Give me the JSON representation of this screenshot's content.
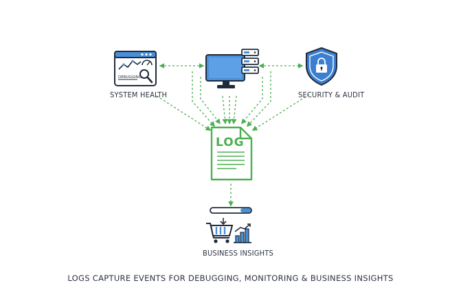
{
  "nodes": {
    "system_health": {
      "label": "SYSTEM HEALTH",
      "panel_text": "DEBUGGING"
    },
    "server": {
      "label": ""
    },
    "security": {
      "label": "SECURITY & AUDIT"
    },
    "log_file": {
      "text": "LOG"
    },
    "business": {
      "label": "BUSINESS INSIGHTS"
    }
  },
  "caption": "LOGS CAPTURE EVENTS FOR DEBUGGING, MONITORING & BUSINESS INSIGHTS",
  "colors": {
    "blue": "#4a90d9",
    "blue_dark": "#2a5fa8",
    "green": "#4caf50",
    "ink": "#1f2a3a",
    "shield_blue": "#3c7fd0"
  }
}
